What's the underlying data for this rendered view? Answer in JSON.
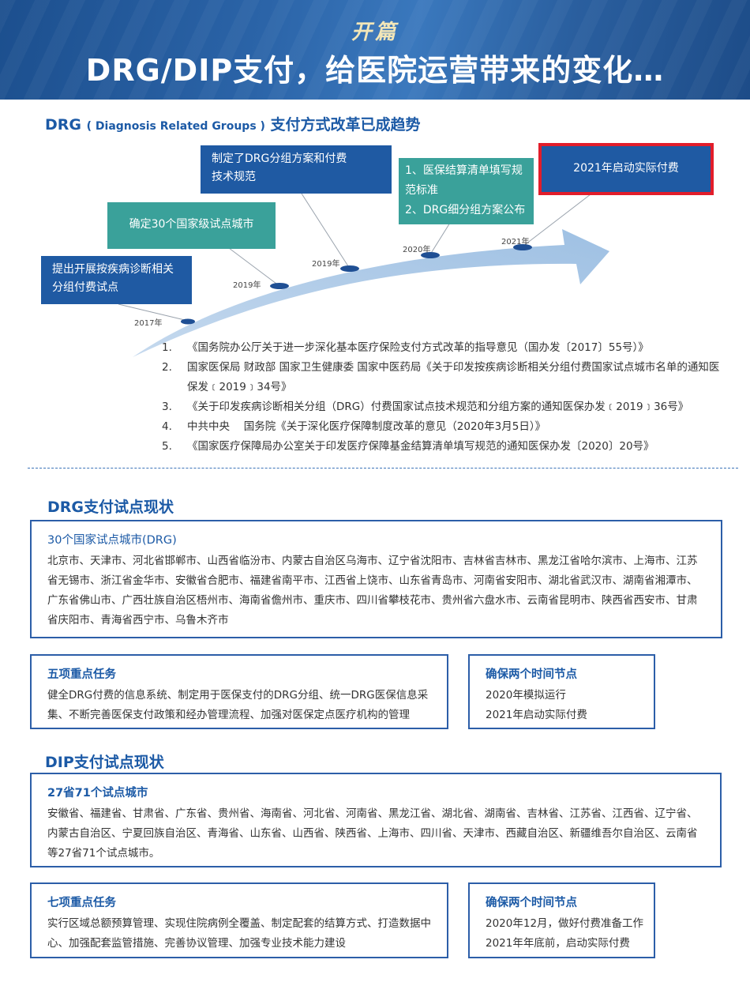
{
  "header": {
    "kicker": "开篇",
    "title": "DRG/DIP支付，给医院运营带来的变化…"
  },
  "drg_trend": {
    "title_main": "DRG",
    "title_paren": "( Diagnosis Related Groups )",
    "title_tail": "支付方式改革已成趋势"
  },
  "timeline": {
    "boxes": [
      {
        "lines": [
          "提出开展按疾病诊断相关",
          "分组付费试点"
        ]
      },
      {
        "lines": [
          "确定30个国家级试点城市"
        ]
      },
      {
        "lines": [
          "制定了DRG分组方案和付费",
          "技术规范"
        ]
      },
      {
        "lines": [
          "1、医保结算清单填写规",
          "范标准",
          "2、DRG细分组方案公布"
        ]
      },
      {
        "lines": [
          "2021年启动实际付费"
        ]
      }
    ],
    "years": [
      "2017年",
      "2019年",
      "2019年",
      "2020年",
      "2021年"
    ]
  },
  "references": [
    {
      "num": "1.",
      "text": "《国务院办公厅关于进一步深化基本医疗保险支付方式改革的指导意见（国办发〔2017〕55号）》"
    },
    {
      "num": "2.",
      "text": "国家医保局 财政部 国家卫生健康委 国家中医药局《关于印发按疾病诊断相关分组付费国家试点城市名单的通知医保发﹝2019﹞34号》"
    },
    {
      "num": "3.",
      "text": "《关于印发疾病诊断相关分组（DRG）付费国家试点技术规范和分组方案的通知医保办发﹝2019﹞36号》"
    },
    {
      "num": "4.",
      "text": "中共中央　 国务院《关于深化医疗保障制度改革的意见（2020年3月5日）》"
    },
    {
      "num": "5.",
      "text": "《国家医疗保障局办公室关于印发医疗保障基金结算清单填写规范的通知医保办发〔2020〕20号》"
    }
  ],
  "drg_status": {
    "title": "DRG支付试点现状",
    "cities": {
      "title": "30个国家试点城市(DRG)",
      "text": "北京市、天津市、河北省邯郸市、山西省临汾市、内蒙古自治区乌海市、辽宁省沈阳市、吉林省吉林市、黑龙江省哈尔滨市、上海市、江苏省无锡市、浙江省金华市、安徽省合肥市、福建省南平市、江西省上饶市、山东省青岛市、河南省安阳市、湖北省武汉市、湖南省湘潭市、广东省佛山市、广西壮族自治区梧州市、海南省儋州市、重庆市、四川省攀枝花市、贵州省六盘水市、云南省昆明市、陕西省西安市、甘肃省庆阳市、青海省西宁市、乌鲁木齐市"
    },
    "tasks": {
      "title": "五项重点任务",
      "text": "健全DRG付费的信息系统、制定用于医保支付的DRG分组、统一DRG医保信息采集、不断完善医保支付政策和经办管理流程、加强对医保定点医疗机构的管理"
    },
    "milestones": {
      "title": "确保两个时间节点",
      "lines": [
        "2020年模拟运行",
        "2021年启动实际付费"
      ]
    }
  },
  "dip_status": {
    "title": "DIP支付试点现状",
    "cities": {
      "title": "27省71个试点城市",
      "text": "安徽省、福建省、甘肃省、广东省、贵州省、海南省、河北省、河南省、黑龙江省、湖北省、湖南省、吉林省、江苏省、江西省、辽宁省、内蒙古自治区、宁夏回族自治区、青海省、山东省、山西省、陕西省、上海市、四川省、天津市、西藏自治区、新疆维吾尔自治区、云南省等27省71个试点城市。"
    },
    "tasks": {
      "title": "七项重点任务",
      "text": "实行区域总额预算管理、实现住院病例全覆盖、制定配套的结算方式、打造数据中心、加强配套监管措施、完善协议管理、加强专业技术能力建设"
    },
    "milestones": {
      "title": "确保两个时间节点",
      "lines": [
        "2020年12月，做好付费准备工作",
        "2021年年底前，启动实际付费"
      ]
    }
  }
}
